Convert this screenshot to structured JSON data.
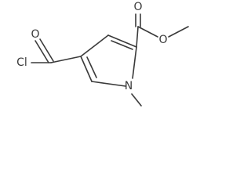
{
  "molecule": {
    "atoms": {
      "ring_n": "N",
      "carbonyl_o_left": "O",
      "acyl_cl": "Cl",
      "ester_carbonyl_o": "O",
      "ester_o": "O"
    }
  },
  "colors": {
    "line": "#3a3a3a",
    "background": "#ffffff"
  }
}
